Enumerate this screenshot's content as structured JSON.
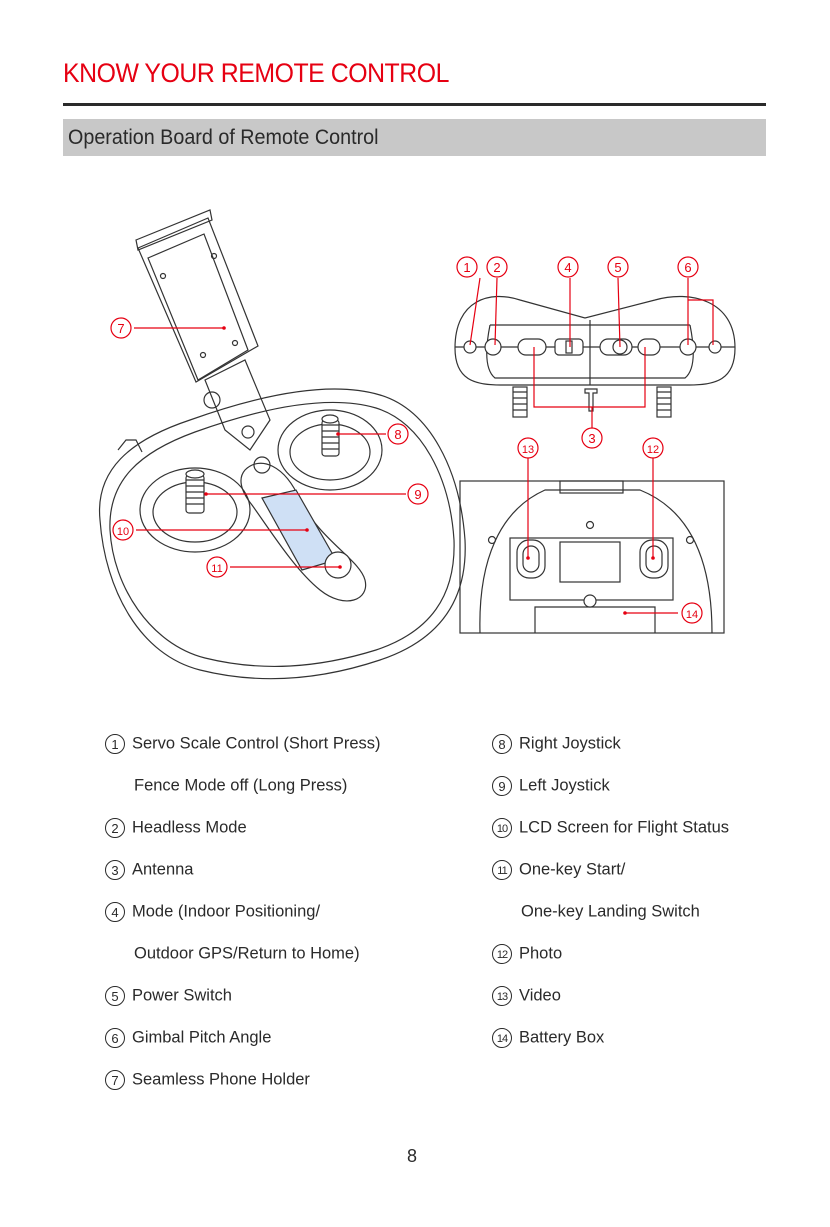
{
  "page": {
    "title": "KNOW YOUR REMOTE CONTROL",
    "section_title": "Operation Board of Remote Control",
    "page_number": "8",
    "accent_color": "#e60012",
    "section_bar_color": "#c8c8c8"
  },
  "diagram": {
    "callouts": [
      "1",
      "2",
      "3",
      "4",
      "5",
      "6",
      "7",
      "8",
      "9",
      "10",
      "11",
      "12",
      "13",
      "14"
    ]
  },
  "legend": {
    "left": [
      {
        "num": "1",
        "lines": [
          "Servo Scale Control (Short Press)",
          "Fence Mode off (Long Press)"
        ]
      },
      {
        "num": "2",
        "lines": [
          "Headless Mode"
        ]
      },
      {
        "num": "3",
        "lines": [
          "Antenna"
        ]
      },
      {
        "num": "4",
        "lines": [
          "Mode (Indoor Positioning/",
          "Outdoor GPS/Return to Home)"
        ]
      },
      {
        "num": "5",
        "lines": [
          "Power Switch"
        ]
      },
      {
        "num": "6",
        "lines": [
          "Gimbal Pitch Angle"
        ]
      },
      {
        "num": "7",
        "lines": [
          "Seamless Phone Holder"
        ]
      }
    ],
    "right": [
      {
        "num": "8",
        "lines": [
          "Right Joystick"
        ]
      },
      {
        "num": "9",
        "lines": [
          "Left Joystick"
        ]
      },
      {
        "num": "10",
        "lines": [
          "LCD Screen for Flight Status"
        ]
      },
      {
        "num": "11",
        "lines": [
          "One-key Start/",
          "One-key Landing Switch"
        ]
      },
      {
        "num": "12",
        "lines": [
          "Photo"
        ]
      },
      {
        "num": "13",
        "lines": [
          "Video"
        ]
      },
      {
        "num": "14",
        "lines": [
          "Battery Box"
        ]
      }
    ]
  }
}
